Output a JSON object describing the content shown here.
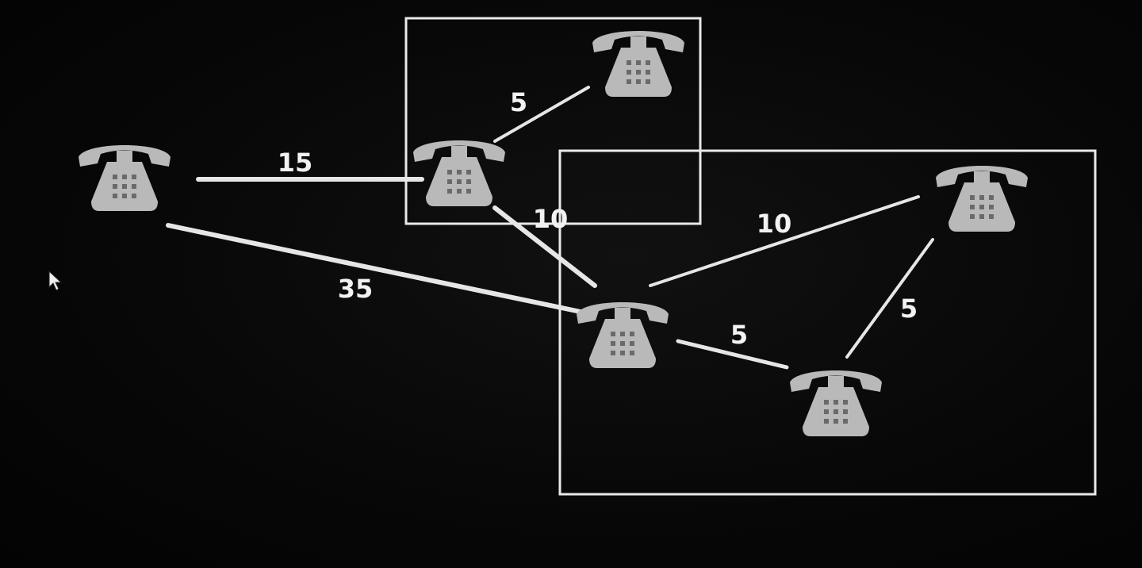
{
  "diagram": {
    "groups": [
      {
        "id": "group-top"
      },
      {
        "id": "group-bottom-right"
      }
    ],
    "nodes": [
      {
        "id": "phone-left"
      },
      {
        "id": "phone-center-top"
      },
      {
        "id": "phone-top-right"
      },
      {
        "id": "phone-hub"
      },
      {
        "id": "phone-right"
      },
      {
        "id": "phone-bottom-right"
      }
    ],
    "edges": [
      {
        "id": "edge-left-center-top",
        "weight": "15"
      },
      {
        "id": "edge-center-top-top-right",
        "weight": "5"
      },
      {
        "id": "edge-center-top-hub",
        "weight": "10"
      },
      {
        "id": "edge-left-hub",
        "weight": "35"
      },
      {
        "id": "edge-hub-right",
        "weight": "10"
      },
      {
        "id": "edge-hub-bottom-right",
        "weight": "5"
      },
      {
        "id": "edge-bottom-right-right",
        "weight": "5"
      }
    ]
  },
  "cursor": {
    "icon": "mouse-pointer-icon"
  },
  "colors": {
    "background": "#050505",
    "lines": "#e6e6e6",
    "phone": "#b9b9b9"
  }
}
